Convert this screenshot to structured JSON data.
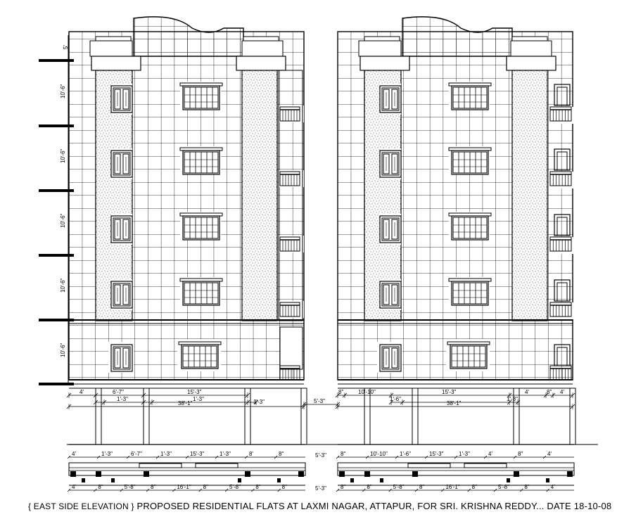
{
  "caption": {
    "title": "{ EAST SIDE ELEVATION }",
    "subtitle": "PROPOSED RESIDENTIAL  FLATS AT  LAXMI NAGAR, ATTAPUR,  FOR SRI. KRISHNA REDDY... DATE 18-10-08"
  },
  "levels": {
    "top": "5'",
    "floor_height_labels": [
      "10'-6\"",
      "10'-6\"",
      "10'-6\"",
      "10'-6\"",
      "10'-6\""
    ]
  },
  "dims_left_row1": [
    "4'",
    "6'-7\"",
    "15'-3\""
  ],
  "dims_left_row2": [
    "1'-3\"",
    "1'-3\"",
    "1'-3\""
  ],
  "dims_left_total": "38'-1\"",
  "gap_dim": "5'-3\"",
  "dims_right_row1": [
    "8\"",
    "10'-10\"",
    "15'-3\"",
    "4'",
    "8\"",
    "4'"
  ],
  "dims_right_row2": [
    "1'-6\"",
    "1'-3\""
  ],
  "dims_right_total": "38'-1\"",
  "plan_left_top": [
    "4'",
    "1'-3\"",
    "6'-7\"",
    "1'-3\"",
    "15'-3\"",
    "1'-3\"",
    "8'",
    "8\""
  ],
  "plan_right_top": [
    "8\"",
    "10'-10\"",
    "1'-6\"",
    "15'-3\"",
    "1'-3\"",
    "4'",
    "8\"",
    "4'"
  ],
  "plan_left_bottom": [
    "4'",
    "8\"",
    "5'-8\"",
    "8\"",
    "16'-1\"",
    "8\"",
    "5'-8\"",
    "8\"",
    "8\""
  ],
  "plan_right_bottom": [
    "8\"",
    "8\"",
    "5'-8\"",
    "8\"",
    "16'-1\"",
    "8\"",
    "5'-8\"",
    "8\"",
    "4'"
  ],
  "plan_gap_top": "5'-3\"",
  "plan_gap_bottom": "5'-3\""
}
